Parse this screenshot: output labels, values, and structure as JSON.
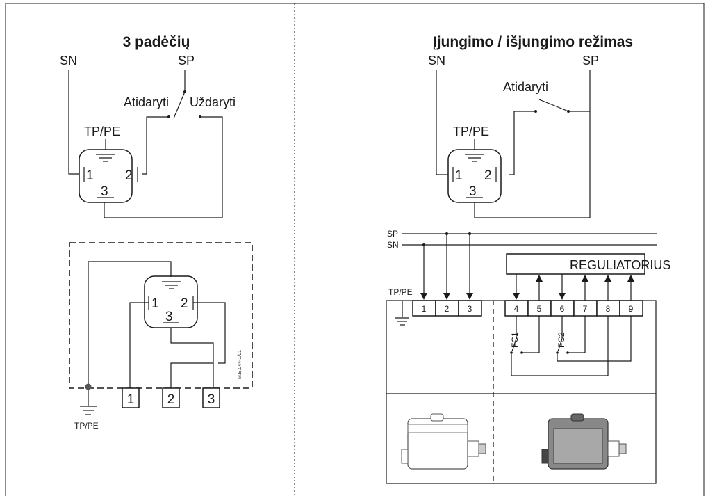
{
  "left": {
    "title": "3 padėčių",
    "sn": "SN",
    "sp": "SP",
    "open_label": "Atidaryti",
    "close_label": "Uždaryti",
    "ground_label": "TP/PE",
    "pin1": "1",
    "pin2": "2",
    "pin3": "3",
    "lower_pin1": "1",
    "lower_pin2": "2",
    "lower_pin3": "3",
    "terminal_1": "1",
    "terminal_2": "2",
    "terminal_3": "3",
    "lower_ground_label": "TP/PE",
    "ref_code": "M.E.044-1/01"
  },
  "right": {
    "title": "Įjungimo / išjungimo režimas",
    "sn": "SN",
    "sp": "SP",
    "open_label": "Atidaryti",
    "ground_label": "TP/PE",
    "pin1": "1",
    "pin2": "2",
    "pin3": "3",
    "bus_sp": "SP",
    "bus_sn": "SN",
    "regulator": "REGULIATORIUS",
    "terminal_ground": "TP/PE",
    "terminals": [
      "1",
      "2",
      "3",
      "4",
      "5",
      "6",
      "7",
      "8",
      "9"
    ],
    "fc1": "FC1",
    "fc2": "FC2"
  }
}
